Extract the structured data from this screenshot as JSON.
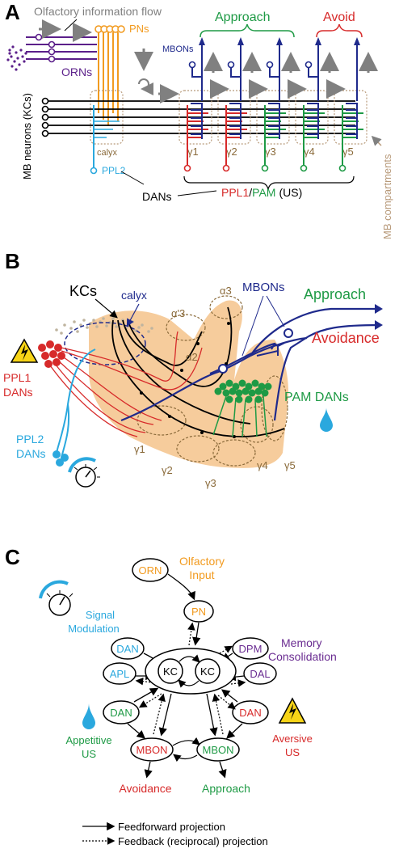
{
  "panel_a": {
    "letter": "A",
    "flow_label": "Olfactory information flow",
    "orns": "ORNs",
    "pns": "PNs",
    "mbons": "MBONs",
    "approach": "Approach",
    "avoid": "Avoid",
    "kc_axis": "MB neurons (KCs)",
    "calyx": "calyx",
    "ppl2": "PPL2",
    "compartments": [
      "γ1",
      "γ2",
      "γ3",
      "γ4",
      "γ5"
    ],
    "dans": "DANs",
    "ppl1": "PPL1",
    "slash": "/",
    "pam": "PAM",
    "us": "(US)",
    "mb_compartments": "MB compartments"
  },
  "panel_b": {
    "letter": "B",
    "kcs": "KCs",
    "calyx": "calyx",
    "mbons": "MBONs",
    "approach": "Approach",
    "avoidance": "Avoidance",
    "ppl1_line1": "PPL1",
    "ppl1_line2": "DANs",
    "ppl2_line1": "PPL2",
    "ppl2_line2": "DANs",
    "pam_dans": "PAM DANs",
    "lobes": [
      "α'3",
      "α3",
      "α2",
      "γ1",
      "γ2",
      "γ3",
      "γ4",
      "γ5"
    ]
  },
  "panel_c": {
    "letter": "C",
    "orn": "ORN",
    "olfactory_line1": "Olfactory",
    "olfactory_line2": "Input",
    "pn": "PN",
    "dan_mod": "DAN",
    "apl": "APL",
    "signal_line1": "Signal",
    "signal_line2": "Modulation",
    "dpm": "DPM",
    "dal": "DAL",
    "memory_line1": "Memory",
    "memory_line2": "Consolidation",
    "kc": "KC",
    "dan_app": "DAN",
    "dan_avr": "DAN",
    "appetitive_line1": "Appetitive",
    "appetitive_line2": "US",
    "aversive_line1": "Aversive",
    "aversive_line2": "US",
    "mbon_avoid": "MBON",
    "mbon_approach": "MBON",
    "avoidance": "Avoidance",
    "approach": "Approach",
    "legend_ff": "Feedforward projection",
    "legend_fb": "Feedback (reciprocal) projection"
  },
  "colors": {
    "orn": "#5b1f8a",
    "pn": "#f29b20",
    "mbon": "#1f2a8c",
    "approach": "#1e9a45",
    "avoid": "#d72a2a",
    "ppl2": "#2aa8de",
    "compartment": "#b89a7a",
    "lobe_fill": "#f6cc9c"
  }
}
